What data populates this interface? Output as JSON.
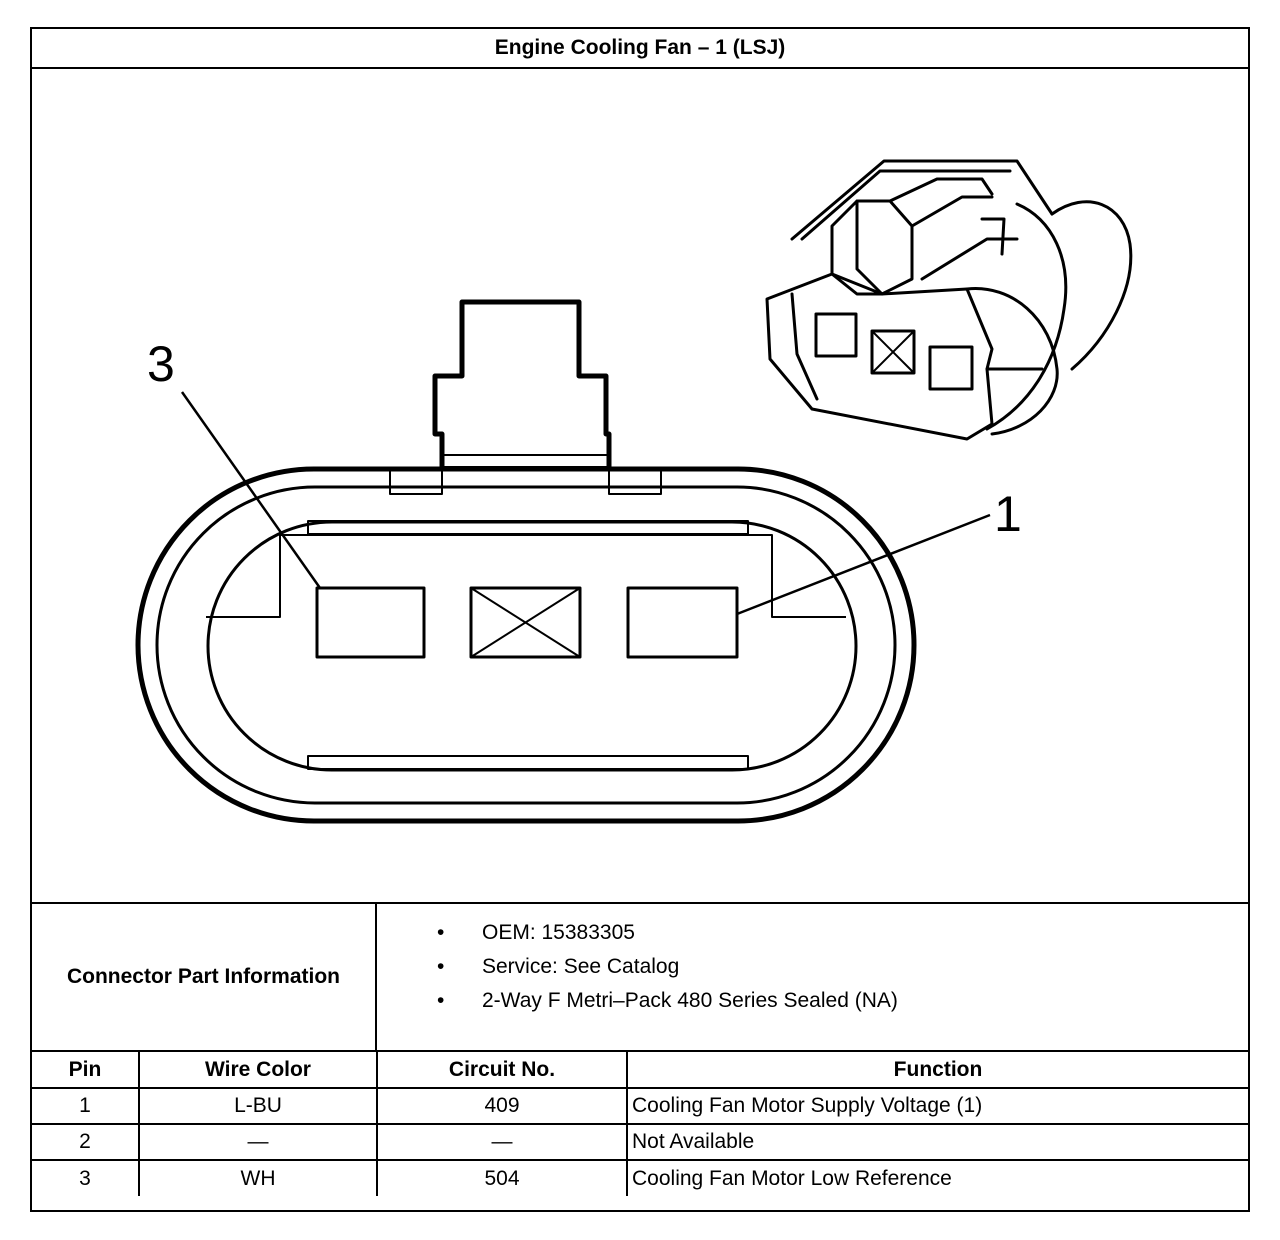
{
  "title": "Engine Cooling Fan – 1 (LSJ)",
  "diagram": {
    "callouts": {
      "pin3": "3",
      "pin1": "1"
    }
  },
  "connector_info": {
    "label": "Connector Part Information",
    "items": [
      "OEM: 15383305",
      "Service: See Catalog",
      "2-Way F Metri–Pack 480 Series Sealed (NA)"
    ]
  },
  "pin_table": {
    "headers": {
      "pin": "Pin",
      "wire_color": "Wire Color",
      "circuit": "Circuit No.",
      "function": "Function"
    },
    "rows": [
      {
        "pin": "1",
        "wire_color": "L-BU",
        "circuit": "409",
        "function": "Cooling Fan Motor Supply Voltage (1)"
      },
      {
        "pin": "2",
        "wire_color": "—",
        "circuit": "—",
        "function": "Not Available"
      },
      {
        "pin": "3",
        "wire_color": "WH",
        "circuit": "504",
        "function": "Cooling Fan Motor Low Reference"
      }
    ]
  }
}
